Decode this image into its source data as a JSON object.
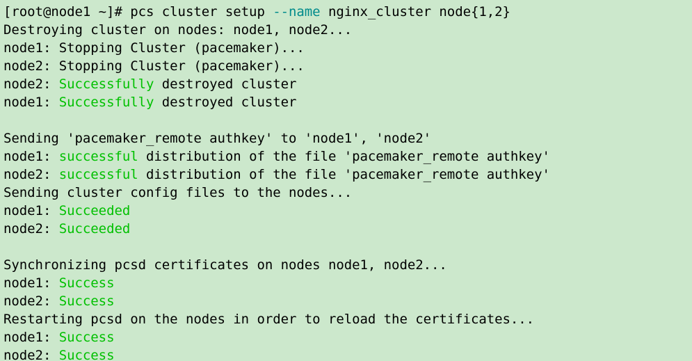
{
  "terminal": {
    "name": "pcs-cluster-setup-terminal",
    "background_color": "#cce8cc",
    "default_text_color": "#000000",
    "colors": {
      "green": "#00c000",
      "teal": "#008b8b",
      "black": "#000000"
    },
    "prompt": {
      "user": "root",
      "host": "node1",
      "cwd": "~",
      "symbol": "#",
      "full": "[root@node1 ~]#"
    },
    "command": "pcs cluster setup --name nginx_cluster node{1,2}",
    "lines": [
      {
        "id": "line-prompt-command",
        "segments": [
          {
            "text": "[root@node1 ~]# pcs cluster setup ",
            "color": "default"
          },
          {
            "text": "--name",
            "color": "teal"
          },
          {
            "text": " nginx_cluster node{1,2}",
            "color": "default"
          }
        ]
      },
      {
        "id": "line-destroying-cluster",
        "segments": [
          {
            "text": "Destroying cluster on nodes: node1, node2...",
            "color": "default"
          }
        ]
      },
      {
        "id": "line-node1-stopping",
        "segments": [
          {
            "text": "node1: Stopping Cluster (pacemaker)...",
            "color": "default"
          }
        ]
      },
      {
        "id": "line-node2-stopping",
        "segments": [
          {
            "text": "node2: Stopping Cluster (pacemaker)...",
            "color": "default"
          }
        ]
      },
      {
        "id": "line-node2-destroyed",
        "segments": [
          {
            "text": "node2: ",
            "color": "default"
          },
          {
            "text": "Successfully",
            "color": "green"
          },
          {
            "text": " destroyed cluster",
            "color": "default"
          }
        ]
      },
      {
        "id": "line-node1-destroyed",
        "segments": [
          {
            "text": "node1: ",
            "color": "default"
          },
          {
            "text": "Successfully",
            "color": "green"
          },
          {
            "text": " destroyed cluster",
            "color": "default"
          }
        ]
      },
      {
        "id": "line-blank-1",
        "segments": [
          {
            "text": "",
            "color": "default"
          }
        ]
      },
      {
        "id": "line-sending-authkey",
        "segments": [
          {
            "text": "Sending 'pacemaker_remote authkey' to 'node1', 'node2'",
            "color": "default"
          }
        ]
      },
      {
        "id": "line-node1-distribution",
        "segments": [
          {
            "text": "node1: ",
            "color": "default"
          },
          {
            "text": "successful",
            "color": "green"
          },
          {
            "text": " distribution of the file 'pacemaker_remote authkey'",
            "color": "default"
          }
        ]
      },
      {
        "id": "line-node2-distribution",
        "segments": [
          {
            "text": "node2: ",
            "color": "default"
          },
          {
            "text": "successful",
            "color": "green"
          },
          {
            "text": " distribution of the file 'pacemaker_remote authkey'",
            "color": "default"
          }
        ]
      },
      {
        "id": "line-sending-config",
        "segments": [
          {
            "text": "Sending cluster config files to the nodes...",
            "color": "default"
          }
        ]
      },
      {
        "id": "line-node1-succeeded",
        "segments": [
          {
            "text": "node1: ",
            "color": "default"
          },
          {
            "text": "Succeeded",
            "color": "green"
          }
        ]
      },
      {
        "id": "line-node2-succeeded",
        "segments": [
          {
            "text": "node2: ",
            "color": "default"
          },
          {
            "text": "Succeeded",
            "color": "green"
          }
        ]
      },
      {
        "id": "line-blank-2",
        "segments": [
          {
            "text": "",
            "color": "default"
          }
        ]
      },
      {
        "id": "line-synchronizing-certs",
        "segments": [
          {
            "text": "Synchronizing pcsd certificates on nodes node1, node2...",
            "color": "default"
          }
        ]
      },
      {
        "id": "line-node1-success-sync",
        "segments": [
          {
            "text": "node1: ",
            "color": "default"
          },
          {
            "text": "Success",
            "color": "green"
          }
        ]
      },
      {
        "id": "line-node2-success-sync",
        "segments": [
          {
            "text": "node2: ",
            "color": "default"
          },
          {
            "text": "Success",
            "color": "green"
          }
        ]
      },
      {
        "id": "line-restarting-pcsd",
        "segments": [
          {
            "text": "Restarting pcsd on the nodes in order to reload the certificates...",
            "color": "default"
          }
        ]
      },
      {
        "id": "line-node1-success-restart",
        "segments": [
          {
            "text": "node1: ",
            "color": "default"
          },
          {
            "text": "Success",
            "color": "green"
          }
        ]
      },
      {
        "id": "line-node2-success-restart",
        "segments": [
          {
            "text": "node2: ",
            "color": "default"
          },
          {
            "text": "Success",
            "color": "green"
          }
        ]
      }
    ]
  }
}
